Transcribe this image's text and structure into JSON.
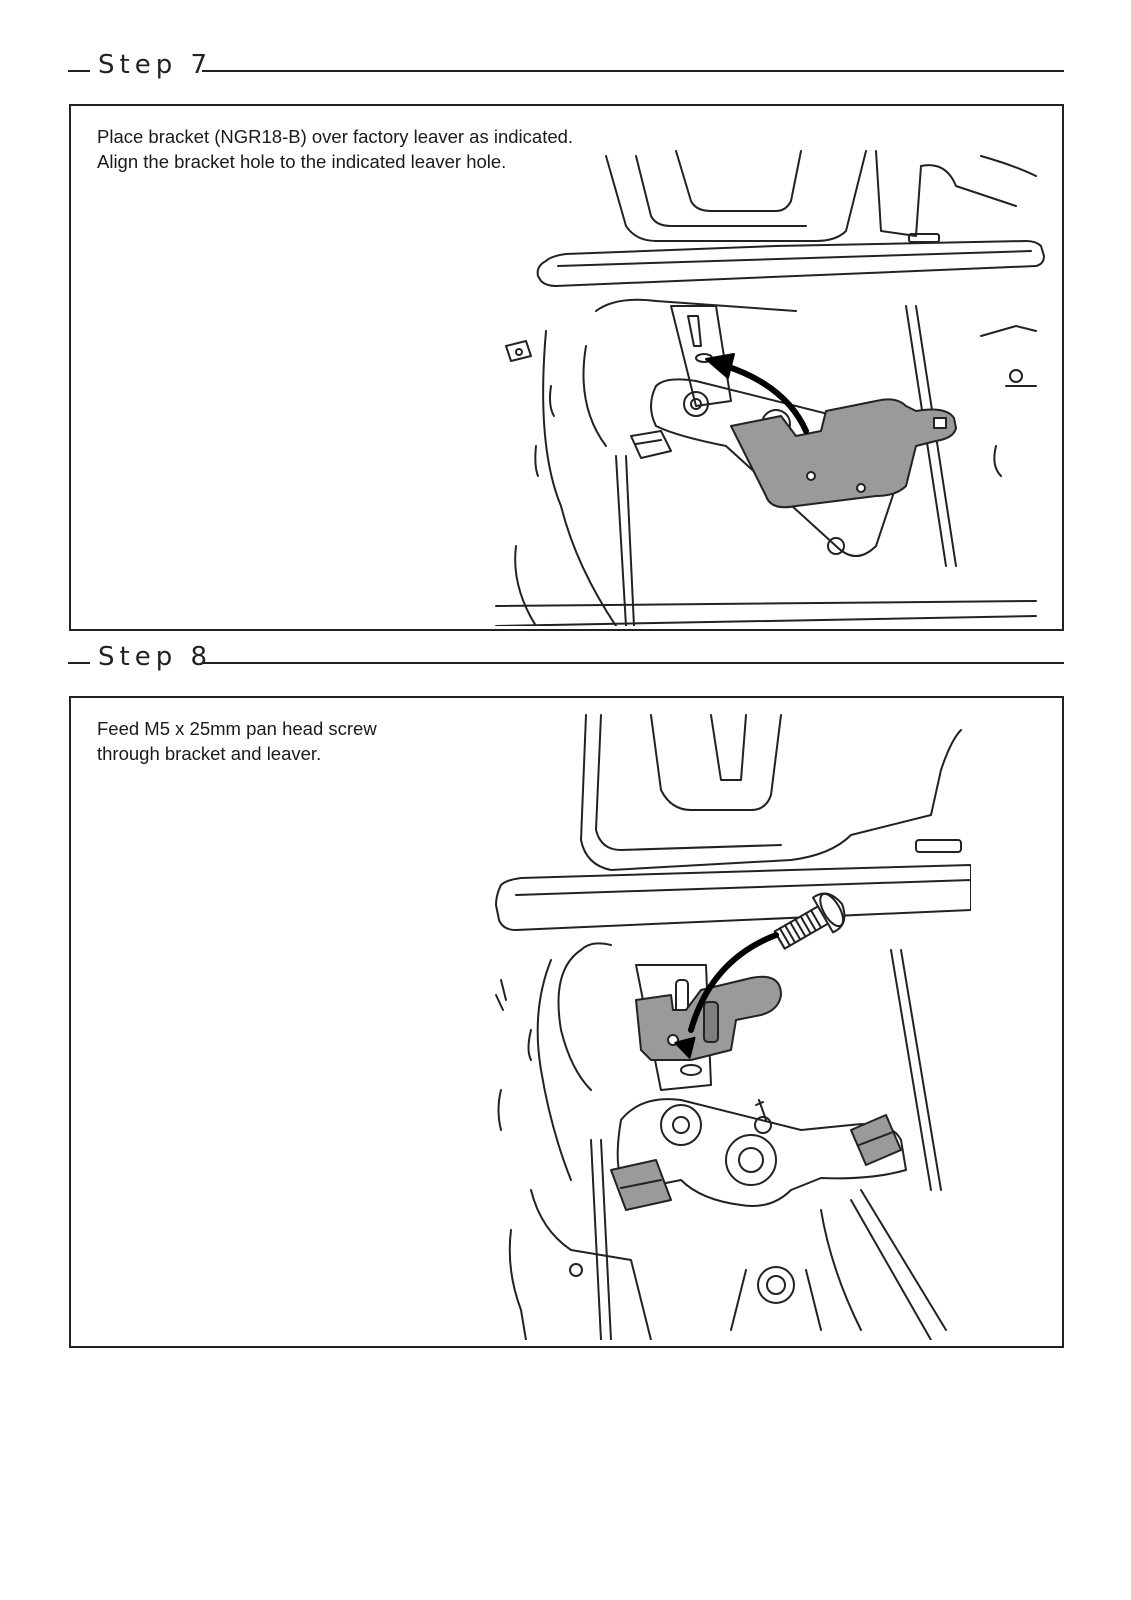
{
  "steps": [
    {
      "title": "Step 7",
      "instructions": [
        "Place bracket (NGR18-B) over factory leaver as indicated.",
        "Align the bracket hole to the indicated leaver hole."
      ]
    },
    {
      "title": "Step 8",
      "instructions": [
        "Feed M5 x 25mm pan head screw",
        "through bracket and leaver."
      ]
    }
  ],
  "colors": {
    "line": "#222222",
    "bracket_fill": "#9a9a9a"
  }
}
